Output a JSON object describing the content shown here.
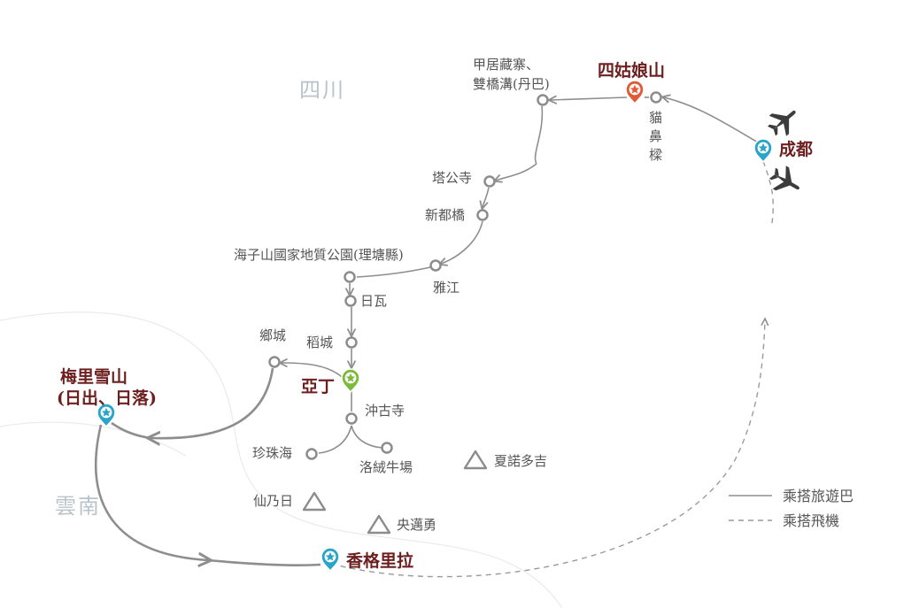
{
  "regions": {
    "sichuan": "四川",
    "yunnan": "雲南"
  },
  "major_stops": {
    "siguniang": {
      "label": "四姑娘山",
      "color": "#e15a36"
    },
    "chengdu": {
      "label": "成都",
      "color": "#2aa4c9"
    },
    "yading": {
      "label": "亞丁",
      "color": "#7cba3c"
    },
    "meili_line1": "梅里雪山",
    "meili_line2": "(日出、日落)",
    "meili_color": "#2aa4c9",
    "shangrila": {
      "label": "香格里拉",
      "color": "#2aa4c9"
    }
  },
  "stops": {
    "jiaju_line1": "甲居藏寨、",
    "jiaju_line2": "雙橋溝(丹巴)",
    "maobiliang_1": "貓",
    "maobiliang_2": "鼻",
    "maobiliang_3": "樑",
    "tagong": "塔公寺",
    "xinduqiao": "新都橋",
    "yajiang": "雅江",
    "haizishan": "海子山國家地質公園(理塘縣)",
    "riwa": "日瓦",
    "daocheng": "稻城",
    "xiangcheng": "鄉城",
    "chonggu": "沖古寺",
    "zhenzhuhai": "珍珠海",
    "luorong": "洛絨牛場"
  },
  "peaks": {
    "xianuoduoji": "夏諾多吉",
    "xiannairi": "仙乃日",
    "yangmaiyong": "央邁勇"
  },
  "legend": {
    "bus": "乘搭旅遊巴",
    "flight": "乘搭飛機"
  },
  "icons": [
    "airplane-icon",
    "location-pin-star-icon",
    "mountain-peak-icon"
  ]
}
